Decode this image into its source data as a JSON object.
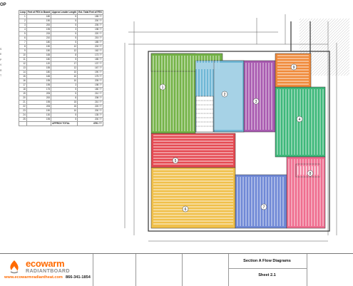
{
  "left_pane": {
    "heading": "OP",
    "edge_marks": [
      "S",
      "E",
      "P",
      "V",
      "R",
      "T",
      "",
      "",
      "",
      "",
      "",
      "",
      "",
      "",
      "",
      "",
      ""
    ]
  },
  "table": {
    "headers": [
      "Loop",
      "Feet of FEX in Board",
      "Approx Leader Length",
      "Est. Total Feet of FEX"
    ],
    "rows": [
      [
        "1",
        "180",
        "5",
        "185 ??"
      ],
      [
        "2",
        "190",
        "5",
        "200 ??"
      ],
      [
        "3",
        "200",
        "5",
        "205 ??"
      ],
      [
        "4",
        "195",
        "3",
        "198 ??"
      ],
      [
        "5",
        "215",
        "5",
        "220 ??"
      ],
      [
        "6",
        "210",
        "5",
        "215 ??"
      ],
      [
        "7",
        "180",
        "5",
        "185 ??"
      ],
      [
        "8",
        "190",
        "12",
        "202 ??"
      ],
      [
        "9",
        "150",
        "12",
        "162 ??"
      ],
      [
        "10",
        "165",
        "8",
        "173 ??"
      ],
      [
        "11",
        "180",
        "5",
        "185 ??"
      ],
      [
        "12",
        "120",
        "17",
        "137 ??"
      ],
      [
        "13",
        "155",
        "12",
        "167 ??"
      ],
      [
        "14",
        "180",
        "10",
        "190 ??"
      ],
      [
        "15",
        "165",
        "10",
        "175 ??"
      ],
      [
        "16",
        "195",
        "10",
        "205 ??"
      ],
      [
        "17",
        "195",
        "3",
        "198 ??"
      ],
      [
        "18",
        "175",
        "5",
        "180 ??"
      ],
      [
        "19",
        "205",
        "5",
        "210 ??"
      ],
      [
        "20",
        "200",
        "8",
        "208 ??"
      ],
      [
        "21",
        "195",
        "15",
        "210 ??"
      ],
      [
        "22",
        "205",
        "15",
        "220 ??"
      ],
      [
        "23",
        "190",
        "10",
        "200 ??"
      ],
      [
        "24",
        "130",
        "5",
        "135 ??"
      ],
      [
        "25",
        "195",
        "5",
        "200 ??"
      ]
    ],
    "total_label": "APPROX TOTAL",
    "total_value": "4791 ??"
  },
  "drawing": {
    "zones": [
      {
        "label": "1",
        "color": "#74b347"
      },
      {
        "label": "2",
        "color": "#6fb7d6"
      },
      {
        "label": "3",
        "color": "#a85ab0"
      },
      {
        "label": "4",
        "color": "#3db87a"
      },
      {
        "label": "5",
        "color": "#e54a52"
      },
      {
        "label": "6",
        "color": "#f0c04a"
      },
      {
        "label": "7",
        "color": "#6f88d6"
      },
      {
        "label": "8",
        "color": "#ef6d8f"
      },
      {
        "label": "9",
        "color": "#f08a3a"
      }
    ]
  },
  "title_block": {
    "logo_top": "ecowarm",
    "logo_bottom": "RADIANTBOARD",
    "website": "www.ecowarmradiantheat.com",
    "phone": "866-341-1854",
    "sheet_title": "Section A Flow Diagrams",
    "sheet_number": "Sheet 2.1"
  },
  "colors": {
    "brand_orange": "#ff6a00",
    "brand_gray": "#8a8a8a",
    "line": "#555555"
  }
}
